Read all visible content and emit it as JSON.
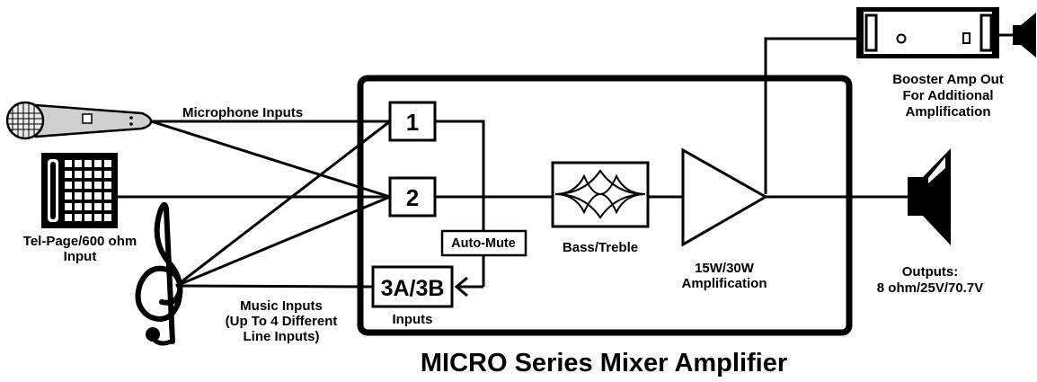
{
  "labels": {
    "microphone_inputs": "Microphone Inputs",
    "telpage_line1": "Tel-Page/600 ohm",
    "telpage_line2": "Input",
    "music_line1": "Music Inputs",
    "music_line2": "(Up To 4 Different",
    "music_line3": "Line Inputs)",
    "inputs": "Inputs",
    "auto_mute": "Auto-Mute",
    "bass_treble": "Bass/Treble",
    "amp_line1": "15W/30W",
    "amp_line2": "Amplification",
    "booster_line1": "Booster Amp Out",
    "booster_line2": "For Additional",
    "booster_line3": "Amplification",
    "outputs_line1": "Outputs:",
    "outputs_line2": "8 ohm/25V/70.7V",
    "input1": "1",
    "input2": "2",
    "input3": "3A/3B",
    "title": "MICRO Series Mixer Amplifier"
  },
  "colors": {
    "line": "#000000",
    "background": "#ffffff",
    "mic_body": "#cccccc"
  },
  "icons": [
    "microphone-icon",
    "telephone-icon",
    "treble-clef-icon",
    "speaker-icon",
    "booster-amp-icon",
    "amplifier-triangle-icon",
    "equalizer-icon"
  ]
}
